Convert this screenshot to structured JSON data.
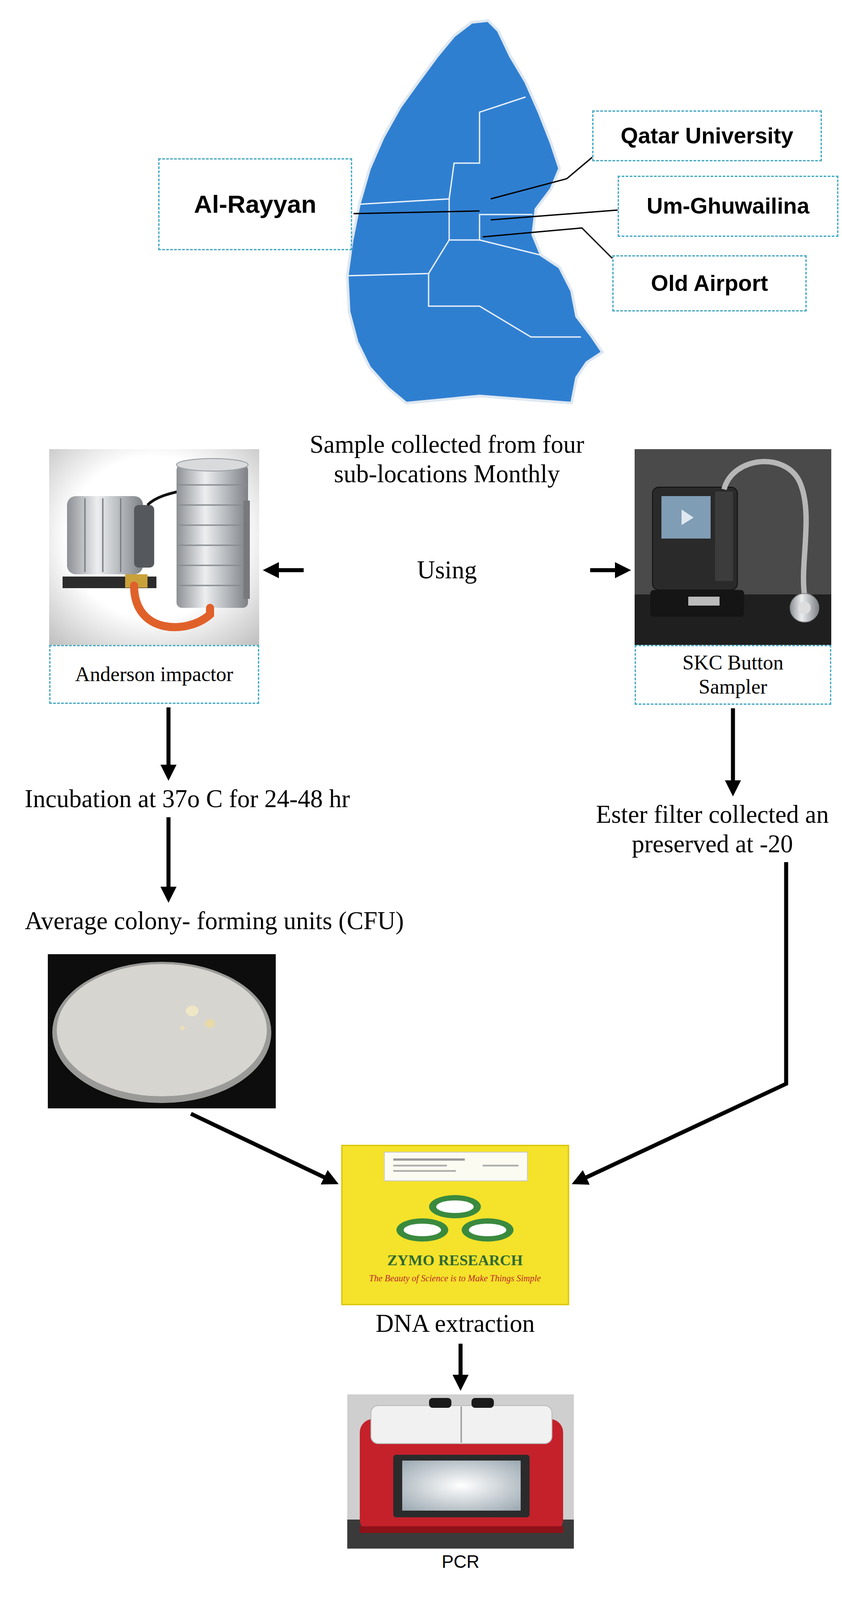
{
  "diagram": {
    "nodes": [
      {
        "text": [
          "Al-Rayyan"
        ]
      },
      {
        "text": [
          "Qatar University"
        ]
      },
      {
        "text": [
          "Um-Ghuwailina"
        ]
      },
      {
        "text": [
          "Old Airport"
        ]
      },
      {
        "text": [
          "Sample collected from four sub-locations Monthly",
          "Using"
        ]
      },
      {
        "text": [
          "Anderson impactor"
        ]
      },
      {
        "text": [
          "SKC Button Sampler"
        ]
      },
      {
        "text": [
          "Incubation at 37o C for 24-48 hr"
        ]
      },
      {
        "text": [
          "Average colony- forming units (CFU)"
        ]
      },
      {
        "text": [
          "Ester filter collected an preserved at -20"
        ]
      },
      {
        "text": [
          "DNA extraction"
        ]
      },
      {
        "text": [
          "PCR"
        ]
      }
    ],
    "edges": [
      {
        "from": 4,
        "to": 5,
        "arrow": "to"
      },
      {
        "from": 4,
        "to": 6,
        "arrow": "to"
      },
      {
        "from": 5,
        "to": 7,
        "arrow": "to"
      },
      {
        "from": 7,
        "to": 8,
        "arrow": "to"
      },
      {
        "from": 6,
        "to": 9,
        "arrow": "to"
      },
      {
        "from": 8,
        "to": 10,
        "arrow": "to"
      },
      {
        "from": 9,
        "to": 10,
        "arrow": "to"
      },
      {
        "from": 10,
        "to": 11,
        "arrow": "to"
      }
    ],
    "labels": [
      "ZYMO RESEARCH",
      "The Beauty of Science is to Make Things Simple"
    ]
  }
}
